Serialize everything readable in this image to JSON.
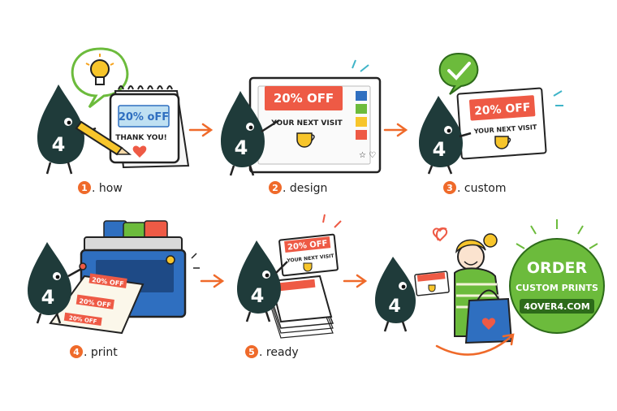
{
  "steps": [
    {
      "num": "1",
      "label": ". how"
    },
    {
      "num": "2",
      "label": ". design"
    },
    {
      "num": "3",
      "label": ". custom"
    },
    {
      "num": "4",
      "label": ". print"
    },
    {
      "num": "5",
      "label": ". ready"
    }
  ],
  "mascot": {
    "number": "4"
  },
  "card_texts": {
    "calendar_offer": "20% oFF",
    "calendar_thanks": "THANK YOU!",
    "offer": "20% OFF",
    "next_visit": "YOUR NEXT VISIT"
  },
  "cta": {
    "line1": "ORDER",
    "line2": "CUSTOM PRINTS",
    "url": "4OVER4.COM"
  },
  "colors": {
    "ink_drop": "#1f3b3a",
    "accent_orange": "#ef6a2a",
    "card_red": "#ee5a45",
    "badge_green": "#6cbb3c",
    "printer_blue": "#2f6fc0"
  }
}
